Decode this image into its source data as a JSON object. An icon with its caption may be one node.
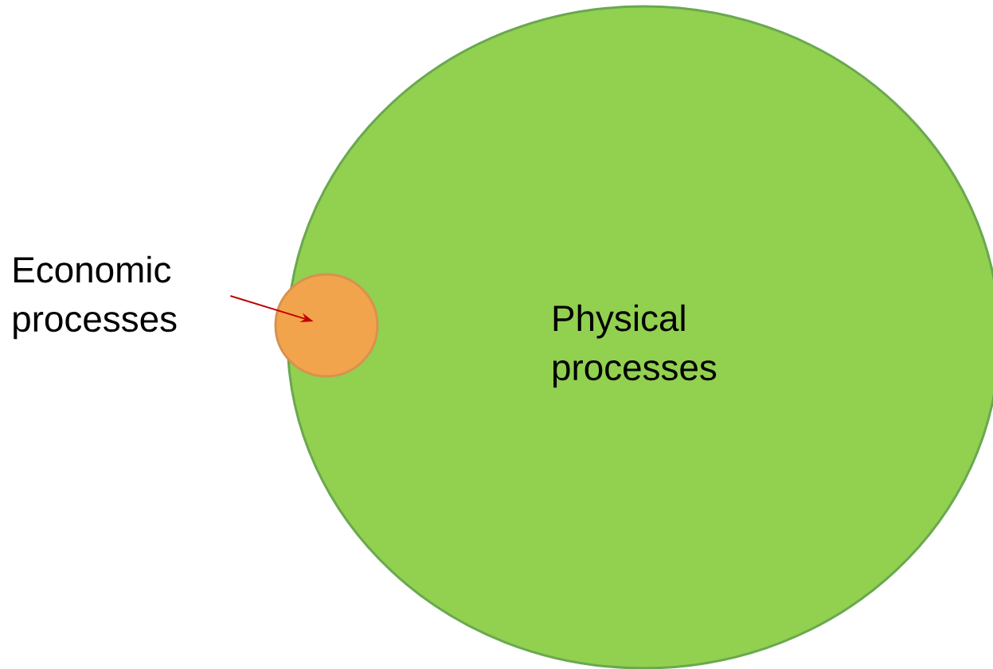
{
  "diagram": {
    "nodes": [
      {
        "text": [
          "Physical processes"
        ]
      },
      {
        "text": [],
        "shape": "circle",
        "in": 0
      },
      {
        "text": [
          "Economic processes"
        ]
      }
    ],
    "edges": [
      {
        "from": 2,
        "to": 1,
        "arrow": "to",
        "color": "#c00000"
      }
    ]
  }
}
